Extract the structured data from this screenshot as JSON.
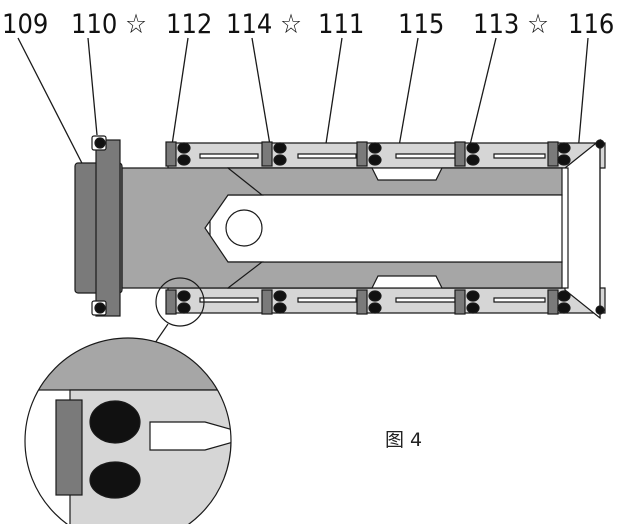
{
  "figure": {
    "caption": "图 4",
    "callouts": [
      {
        "id": "109",
        "text": "109"
      },
      {
        "id": "110",
        "text": "110 ☆"
      },
      {
        "id": "112",
        "text": "112"
      },
      {
        "id": "114",
        "text": "114 ☆"
      },
      {
        "id": "111",
        "text": "111"
      },
      {
        "id": "115",
        "text": "115"
      },
      {
        "id": "113",
        "text": "113 ☆"
      },
      {
        "id": "116",
        "text": "116"
      }
    ]
  },
  "colors": {
    "stroke": "#1a1a1a",
    "dark_gray": "#7a7a7a",
    "medium_gray": "#a6a6a6",
    "light_gray": "#d6d6d6",
    "seal_black": "#111111",
    "background": "#ffffff"
  }
}
